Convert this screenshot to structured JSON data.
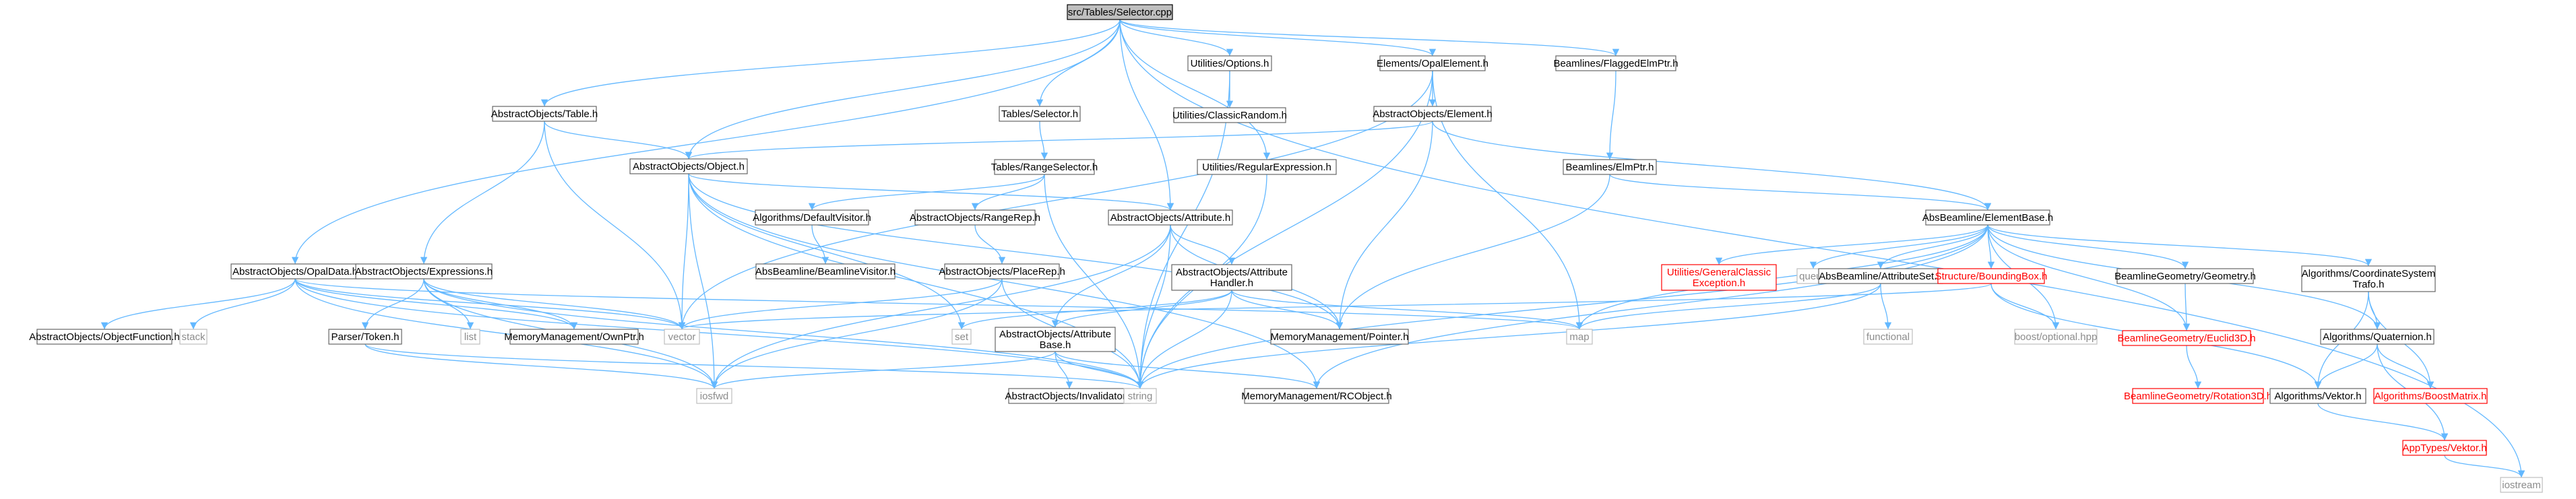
{
  "colors": {
    "edge": "#63b8ff",
    "box_border": "#666666",
    "root_fill": "#bfbfbf",
    "red_node": "#ff0000",
    "missing_node": "#bfbfbf"
  },
  "nodes": [
    {
      "id": "selector_cpp",
      "label": "src/Tables/Selector.cpp",
      "kind": "root"
    },
    {
      "id": "opaldata",
      "label": "AbstractObjects/OpalData.h",
      "kind": "normal"
    },
    {
      "id": "ao_table",
      "label": "AbstractObjects/Table.h",
      "kind": "normal"
    },
    {
      "id": "ao_object",
      "label": "AbstractObjects/Object.h",
      "kind": "normal"
    },
    {
      "id": "tables_selector",
      "label": "Tables/Selector.h",
      "kind": "normal"
    },
    {
      "id": "tables_rangeselector",
      "label": "Tables/RangeSelector.h",
      "kind": "normal"
    },
    {
      "id": "ao_attribute",
      "label": "AbstractObjects/Attribute.h",
      "kind": "normal"
    },
    {
      "id": "util_options",
      "label": "Utilities/Options.h",
      "kind": "normal"
    },
    {
      "id": "util_classicrandom",
      "label": "Utilities/ClassicRandom.h",
      "kind": "normal"
    },
    {
      "id": "util_regex",
      "label": "Utilities/RegularExpression.h",
      "kind": "normal"
    },
    {
      "id": "elem_opalelement",
      "label": "Elements/OpalElement.h",
      "kind": "normal"
    },
    {
      "id": "ao_element",
      "label": "AbstractObjects/Element.h",
      "kind": "normal"
    },
    {
      "id": "bl_flaggedelmptr",
      "label": "Beamlines/FlaggedElmPtr.h",
      "kind": "normal"
    },
    {
      "id": "bl_elmptr",
      "label": "Beamlines/ElmPtr.h",
      "kind": "normal"
    },
    {
      "id": "absbl_elementbase",
      "label": "AbsBeamline/ElementBase.h",
      "kind": "normal"
    },
    {
      "id": "alg_defaultvisitor",
      "label": "Algorithms/DefaultVisitor.h",
      "kind": "normal"
    },
    {
      "id": "absbl_beamlinevisitor",
      "label": "AbsBeamline/BeamlineVisitor.h",
      "kind": "normal"
    },
    {
      "id": "ao_rangerep",
      "label": "AbstractObjects/RangeRep.h",
      "kind": "normal"
    },
    {
      "id": "ao_placerep",
      "label": "AbstractObjects/PlaceRep.h",
      "kind": "normal"
    },
    {
      "id": "ao_expressions",
      "label": "AbstractObjects/Expressions.h",
      "kind": "normal"
    },
    {
      "id": "ao_objectfunction",
      "label": "AbstractObjects/ObjectFunction.h",
      "kind": "normal"
    },
    {
      "id": "stack",
      "label": "stack",
      "kind": "missing"
    },
    {
      "id": "parser_token",
      "label": "Parser/Token.h",
      "kind": "normal"
    },
    {
      "id": "list",
      "label": "list",
      "kind": "missing"
    },
    {
      "id": "mm_ownptr",
      "label": "MemoryManagement/OwnPtr.h",
      "kind": "normal"
    },
    {
      "id": "vector",
      "label": "vector",
      "kind": "missing"
    },
    {
      "id": "iosfwd",
      "label": "iosfwd",
      "kind": "missing"
    },
    {
      "id": "set",
      "label": "set",
      "kind": "missing"
    },
    {
      "id": "ao_attribute_base",
      "label": "AbstractObjects/Attribute Base.h",
      "lines": [
        "AbstractObjects/Attribute",
        "Base.h"
      ],
      "kind": "normal"
    },
    {
      "id": "ao_attribute_handler",
      "label": "AbstractObjects/Attribute Handler.h",
      "lines": [
        "AbstractObjects/Attribute",
        "Handler.h"
      ],
      "kind": "normal"
    },
    {
      "id": "ao_invalidator",
      "label": "AbstractObjects/Invalidator.h",
      "kind": "normal"
    },
    {
      "id": "string",
      "label": "string",
      "kind": "missing"
    },
    {
      "id": "mm_rcobject",
      "label": "MemoryManagement/RCObject.h",
      "kind": "normal"
    },
    {
      "id": "mm_pointer",
      "label": "MemoryManagement/Pointer.h",
      "kind": "normal"
    },
    {
      "id": "map",
      "label": "map",
      "kind": "missing"
    },
    {
      "id": "util_generalclassicexception",
      "label": "Utilities/GeneralClassic Exception.h",
      "lines": [
        "Utilities/GeneralClassic",
        "Exception.h"
      ],
      "kind": "red"
    },
    {
      "id": "queue",
      "label": "queue",
      "kind": "missing"
    },
    {
      "id": "absbl_attributeset",
      "label": "AbsBeamline/AttributeSet.h",
      "kind": "normal"
    },
    {
      "id": "functional",
      "label": "functional",
      "kind": "missing"
    },
    {
      "id": "structure_boundingbox",
      "label": "Structure/BoundingBox.h",
      "kind": "red"
    },
    {
      "id": "boost_optional",
      "label": "boost/optional.hpp",
      "kind": "missing"
    },
    {
      "id": "bg_geometry",
      "label": "BeamlineGeometry/Geometry.h",
      "kind": "normal"
    },
    {
      "id": "bg_euclid3d",
      "label": "BeamlineGeometry/Euclid3D.h",
      "kind": "red"
    },
    {
      "id": "bg_rotation3d",
      "label": "BeamlineGeometry/Rotation3D.h",
      "kind": "red"
    },
    {
      "id": "alg_coordsystemtrafo",
      "label": "Algorithms/CoordinateSystem Trafo.h",
      "lines": [
        "Algorithms/CoordinateSystem",
        "Trafo.h"
      ],
      "kind": "normal"
    },
    {
      "id": "alg_quaternion",
      "label": "Algorithms/Quaternion.h",
      "kind": "normal"
    },
    {
      "id": "alg_vektor",
      "label": "Algorithms/Vektor.h",
      "kind": "normal"
    },
    {
      "id": "alg_boostmatrix",
      "label": "Algorithms/BoostMatrix.h",
      "kind": "red"
    },
    {
      "id": "apptypes_vektor",
      "label": "AppTypes/Vektor.h",
      "kind": "red"
    },
    {
      "id": "iostream",
      "label": "iostream",
      "kind": "missing"
    }
  ],
  "edges": [
    [
      "selector_cpp",
      "opaldata"
    ],
    [
      "selector_cpp",
      "ao_table"
    ],
    [
      "selector_cpp",
      "ao_object"
    ],
    [
      "selector_cpp",
      "tables_selector"
    ],
    [
      "selector_cpp",
      "ao_attribute"
    ],
    [
      "selector_cpp",
      "util_options"
    ],
    [
      "selector_cpp",
      "util_regex"
    ],
    [
      "selector_cpp",
      "elem_opalelement"
    ],
    [
      "selector_cpp",
      "bl_flaggedelmptr"
    ],
    [
      "selector_cpp",
      "iostream"
    ],
    [
      "opaldata",
      "ao_objectfunction"
    ],
    [
      "opaldata",
      "stack"
    ],
    [
      "opaldata",
      "vector"
    ],
    [
      "opaldata",
      "iosfwd"
    ],
    [
      "opaldata",
      "string"
    ],
    [
      "opaldata",
      "map"
    ],
    [
      "opaldata",
      "mm_ownptr"
    ],
    [
      "ao_table",
      "ao_object"
    ],
    [
      "ao_table",
      "ao_expressions"
    ],
    [
      "ao_table",
      "vector"
    ],
    [
      "ao_object",
      "ao_attribute"
    ],
    [
      "ao_object",
      "mm_pointer"
    ],
    [
      "ao_object",
      "mm_rcobject"
    ],
    [
      "ao_object",
      "iosfwd"
    ],
    [
      "ao_object",
      "set"
    ],
    [
      "ao_object",
      "string"
    ],
    [
      "ao_object",
      "vector"
    ],
    [
      "tables_selector",
      "tables_rangeselector"
    ],
    [
      "tables_rangeselector",
      "alg_defaultvisitor"
    ],
    [
      "tables_rangeselector",
      "ao_rangerep"
    ],
    [
      "tables_rangeselector",
      "string"
    ],
    [
      "alg_defaultvisitor",
      "absbl_beamlinevisitor"
    ],
    [
      "ao_rangerep",
      "ao_placerep"
    ],
    [
      "ao_placerep",
      "iosfwd"
    ],
    [
      "ao_placerep",
      "string"
    ],
    [
      "ao_placerep",
      "vector"
    ],
    [
      "ao_attribute",
      "ao_attribute_base"
    ],
    [
      "ao_attribute",
      "ao_attribute_handler"
    ],
    [
      "ao_attribute",
      "mm_pointer"
    ],
    [
      "ao_attribute",
      "iosfwd"
    ],
    [
      "ao_attribute",
      "string"
    ],
    [
      "ao_attribute_handler",
      "ao_attribute_base"
    ],
    [
      "ao_attribute_handler",
      "mm_pointer"
    ],
    [
      "ao_attribute_handler",
      "string"
    ],
    [
      "ao_attribute_handler",
      "map"
    ],
    [
      "ao_attribute_handler",
      "set"
    ],
    [
      "ao_attribute_base",
      "ao_invalidator"
    ],
    [
      "ao_attribute_base",
      "mm_rcobject"
    ],
    [
      "ao_attribute_base",
      "iosfwd"
    ],
    [
      "ao_attribute_base",
      "string"
    ],
    [
      "ao_expressions",
      "parser_token"
    ],
    [
      "ao_expressions",
      "list"
    ],
    [
      "ao_expressions",
      "mm_ownptr"
    ],
    [
      "ao_expressions",
      "iosfwd"
    ],
    [
      "ao_expressions",
      "string"
    ],
    [
      "ao_expressions",
      "vector"
    ],
    [
      "parser_token",
      "iosfwd"
    ],
    [
      "parser_token",
      "string"
    ],
    [
      "util_options",
      "util_classicrandom"
    ],
    [
      "util_options",
      "string"
    ],
    [
      "util_regex",
      "string"
    ],
    [
      "elem_opalelement",
      "ao_element"
    ],
    [
      "elem_opalelement",
      "vector"
    ],
    [
      "elem_opalelement",
      "map"
    ],
    [
      "elem_opalelement",
      "string"
    ],
    [
      "ao_element",
      "ao_object"
    ],
    [
      "ao_element",
      "absbl_elementbase"
    ],
    [
      "ao_element",
      "mm_pointer"
    ],
    [
      "bl_flaggedelmptr",
      "bl_elmptr"
    ],
    [
      "bl_elmptr",
      "absbl_elementbase"
    ],
    [
      "bl_elmptr",
      "mm_pointer"
    ],
    [
      "absbl_elementbase",
      "util_generalclassicexception"
    ],
    [
      "absbl_elementbase",
      "queue"
    ],
    [
      "absbl_elementbase",
      "absbl_attributeset"
    ],
    [
      "absbl_elementbase",
      "structure_boundingbox"
    ],
    [
      "absbl_elementbase",
      "bg_geometry"
    ],
    [
      "absbl_elementbase",
      "alg_coordsystemtrafo"
    ],
    [
      "absbl_elementbase",
      "alg_quaternion"
    ],
    [
      "absbl_elementbase",
      "boost_optional"
    ],
    [
      "absbl_elementbase",
      "map"
    ],
    [
      "absbl_elementbase",
      "string"
    ],
    [
      "absbl_elementbase",
      "mm_rcobject"
    ],
    [
      "absbl_elementbase",
      "bg_euclid3d"
    ],
    [
      "absbl_attributeset",
      "functional"
    ],
    [
      "absbl_attributeset",
      "map"
    ],
    [
      "absbl_attributeset",
      "string"
    ],
    [
      "structure_boundingbox",
      "alg_vektor"
    ],
    [
      "structure_boundingbox",
      "boost_optional"
    ],
    [
      "structure_boundingbox",
      "vector"
    ],
    [
      "bg_geometry",
      "bg_euclid3d"
    ],
    [
      "bg_euclid3d",
      "bg_rotation3d"
    ],
    [
      "alg_coordsystemtrafo",
      "alg_quaternion"
    ],
    [
      "alg_coordsystemtrafo",
      "alg_vektor"
    ],
    [
      "alg_coordsystemtrafo",
      "alg_boostmatrix"
    ],
    [
      "alg_quaternion",
      "alg_vektor"
    ],
    [
      "alg_quaternion",
      "alg_boostmatrix"
    ],
    [
      "alg_quaternion",
      "apptypes_vektor"
    ],
    [
      "alg_vektor",
      "apptypes_vektor"
    ],
    [
      "apptypes_vektor",
      "iostream"
    ]
  ]
}
